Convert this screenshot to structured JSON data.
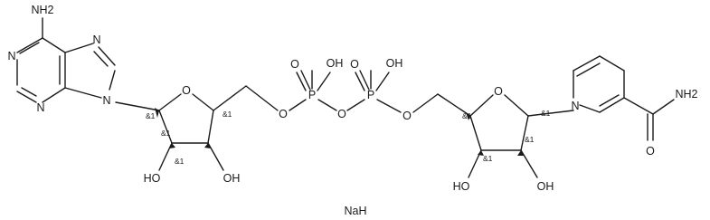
{
  "molecule": {
    "labels": {
      "nh2_adenine": "NH2",
      "n1": "N",
      "n3": "N",
      "n7": "N",
      "n9": "N",
      "o_ribose_a": "O",
      "oh_2a": "HO",
      "oh_3a": "OH",
      "o_link_a": "O",
      "p1": "P",
      "p1_oh": "OH",
      "p1_o": "O",
      "o_bridge": "O",
      "p2": "P",
      "p2_oh": "OH",
      "p2_o": "O",
      "o_link_n": "O",
      "o_ribose_n": "O",
      "oh_3n": "HO",
      "oh_2n": "OH",
      "n_pyridine": "N",
      "amide_o": "O",
      "amide_nh2": "NH2"
    },
    "stereo_marks": [
      "&1",
      "&1",
      "&1",
      "&1",
      "&1",
      "&1",
      "&1",
      "&1"
    ],
    "counterion": "NaH"
  }
}
